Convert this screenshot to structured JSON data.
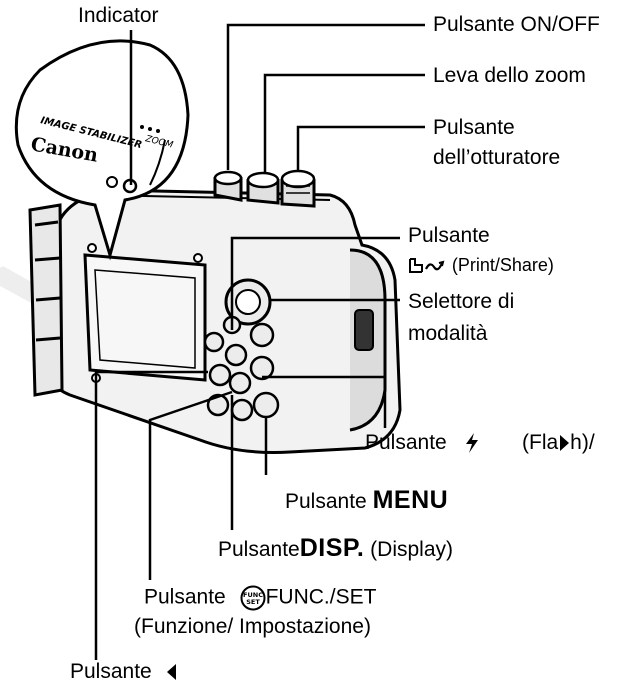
{
  "diagram": {
    "labels": {
      "indicator": "Indicator",
      "on_off": "Pulsante ON/OFF",
      "zoom": "Leva dello zoom",
      "shutter_1": "Pulsante",
      "shutter_2": "dell’otturatore",
      "print_1": "Pulsante",
      "print_2": "(Print/Share)",
      "mode_1": "Selettore di",
      "mode_2": "modalità",
      "flash_prefix": "Pulsante",
      "flash_suffix": "(Fla",
      "flash_end": "h)/",
      "menu_prefix": "Pulsante",
      "menu_word": "MENU",
      "disp_prefix": "Pulsante",
      "disp_word": "DISP.",
      "disp_suffix": "(Display)",
      "func_prefix": "Pulsante",
      "func_suffix": "FUNC./SET",
      "func_2": "(Funzione/ Impostazione)",
      "left_prefix": "Pulsante"
    },
    "badge": {
      "brand": "Canon",
      "stabilizer": "IMAGE STABILIZER",
      "model": "ZOOM",
      "func_icon_top": "FUNC",
      "func_icon_bottom": "SET"
    }
  },
  "icons": [
    "flash-icon",
    "print-share-icon",
    "func-set-icon",
    "left-arrow-icon"
  ]
}
